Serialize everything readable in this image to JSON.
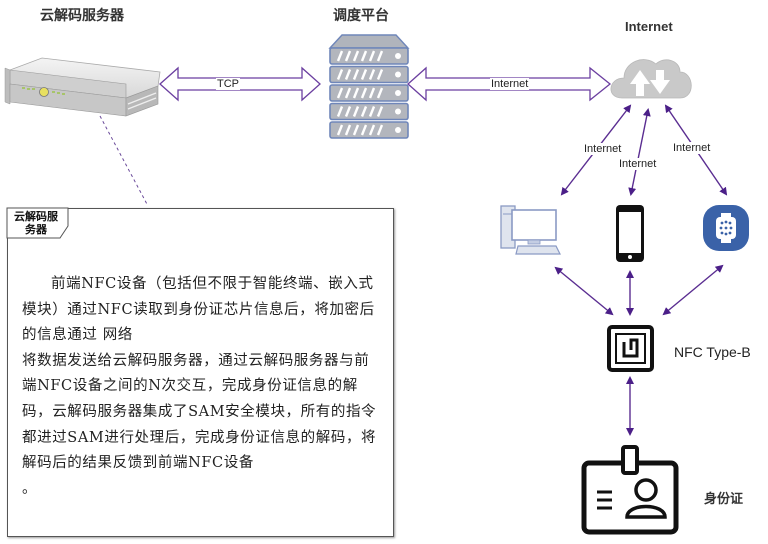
{
  "nodes": {
    "cloud_server": {
      "label": "云解码服务器"
    },
    "dispatch_platform": {
      "label": "调度平台"
    },
    "internet": {
      "label": "Internet"
    },
    "nfc": {
      "label": "NFC Type-B"
    },
    "id_card": {
      "label": "身份证"
    }
  },
  "edges": {
    "tcp": {
      "label": "TCP"
    },
    "platform_internet": {
      "label": "Internet"
    },
    "pc_internet": {
      "label": "Internet"
    },
    "phone_internet": {
      "label": "Internet"
    },
    "watch_internet": {
      "label": "Internet"
    }
  },
  "devices": [
    "desktop-computer",
    "smartphone",
    "smartwatch"
  ],
  "note": {
    "title": "云解码服务器",
    "paragraphs": [
      "前端NFC设备（包括但不限于智能终端、嵌入式模块）通过NFC读取到身份证芯片信息后，将加密后的信息通过 网络",
      "将数据发送给云解码服务器，通过云解码服务器与前端NFC设备之间的N次交互，完成身份证信息的解码，云解码服务器集成了SAM安全模块，所有的指令都进过SAM进行处理后，完成身份证信息的解码，将解码后的结果反馈到前端NFC设备",
      "。"
    ]
  },
  "colors": {
    "arrow": "#5a2d91",
    "server_blue": "#6f86b9",
    "cloud_gray": "#c8c8c8",
    "watch_blue": "#3a62a8"
  }
}
